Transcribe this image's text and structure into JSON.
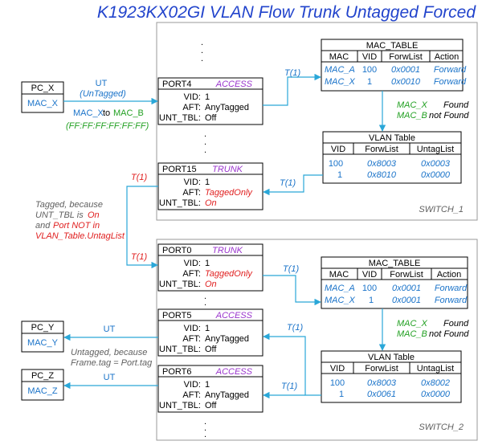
{
  "title": "K1923KX02GI VLAN Flow Trunk Untagged Forced",
  "colors": {
    "link": "#2aa7d8",
    "blue": "#1a73c9",
    "green": "#22a022",
    "red": "#e02020",
    "purple": "#9933cc",
    "title": "#2244cc"
  },
  "pc_x": {
    "name": "PC_X",
    "mac": "MAC_X"
  },
  "pc_y": {
    "name": "PC_Y",
    "mac": "MAC_Y"
  },
  "pc_z": {
    "name": "PC_Z",
    "mac": "MAC_Z"
  },
  "field_labels": {
    "vid": "VID:",
    "aft": "AFT:",
    "unt": "UNT_TBL:"
  },
  "dots": ". . .",
  "switch1": {
    "label": "SWITCH_1",
    "port4": {
      "name": "PORT4",
      "mode": "ACCESS",
      "vid": "1",
      "aft": "AnyTagged",
      "unt": "Off"
    },
    "port15": {
      "name": "PORT15",
      "mode": "TRUNK",
      "vid": "1",
      "aft": "TaggedOnly",
      "unt": "On"
    },
    "mac_table": {
      "title": "MAC_TABLE",
      "headers": [
        "MAC",
        "VID",
        "ForwList",
        "Action"
      ],
      "rows": [
        {
          "mac": "MAC_A",
          "vid": "100",
          "fl": "0x0001",
          "action": "Forward"
        },
        {
          "mac": "MAC_X",
          "vid": "1",
          "fl": "0x0010",
          "action": "Forward"
        }
      ]
    },
    "lookup": {
      "mac_x": "MAC_X",
      "found": "Found",
      "mac_b": "MAC_B",
      "not_found": "not Found"
    },
    "vlan_table": {
      "title": "VLAN Table",
      "headers": [
        "VID",
        "ForwList",
        "UntagList"
      ],
      "rows": [
        {
          "vid": "100",
          "fl": "0x8003",
          "ul": "0x0003"
        },
        {
          "vid": "1",
          "fl": "0x8010",
          "ul": "0x0000"
        }
      ]
    }
  },
  "switch2": {
    "label": "SWITCH_2",
    "port0": {
      "name": "PORT0",
      "mode": "TRUNK",
      "vid": "1",
      "aft": "TaggedOnly",
      "unt": "On"
    },
    "port5": {
      "name": "PORT5",
      "mode": "ACCESS",
      "vid": "1",
      "aft": "AnyTagged",
      "unt": "Off"
    },
    "port6": {
      "name": "PORT6",
      "mode": "ACCESS",
      "vid": "1",
      "aft": "AnyTagged",
      "unt": "Off"
    },
    "mac_table": {
      "title": "MAC_TABLE",
      "headers": [
        "MAC",
        "VID",
        "ForwList",
        "Action"
      ],
      "rows": [
        {
          "mac": "MAC_A",
          "vid": "100",
          "fl": "0x0001",
          "action": "Forward"
        },
        {
          "mac": "MAC_X",
          "vid": "1",
          "fl": "0x0001",
          "action": "Forward"
        }
      ]
    },
    "lookup": {
      "mac_x": "MAC_X",
      "found": "Found",
      "mac_b": "MAC_B",
      "not_found": "not Found"
    },
    "vlan_table": {
      "title": "VLAN Table",
      "headers": [
        "VID",
        "ForwList",
        "UntagList"
      ],
      "rows": [
        {
          "vid": "100",
          "fl": "0x8003",
          "ul": "0x8002"
        },
        {
          "vid": "1",
          "fl": "0x0061",
          "ul": "0x0000"
        }
      ]
    }
  },
  "labels": {
    "ut": "UT",
    "untagged": "(UnTagged)",
    "t1": "T(1)",
    "macx_to": "MAC_X",
    "to_word": "to",
    "mac_b": "MAC_B",
    "broadcast": "(FF:FF:FF:FF:FF:FF)",
    "tagged_note": {
      "l1": "Tagged, because",
      "l2a": "UNT_TBL is",
      "l2b": "On",
      "l3a": "and",
      "l3b": "Port NOT in",
      "l4": "VLAN_Table.UntagList"
    },
    "untagged_note": {
      "l1": "Untagged, because",
      "l2": "Frame.tag = Port.tag"
    }
  }
}
